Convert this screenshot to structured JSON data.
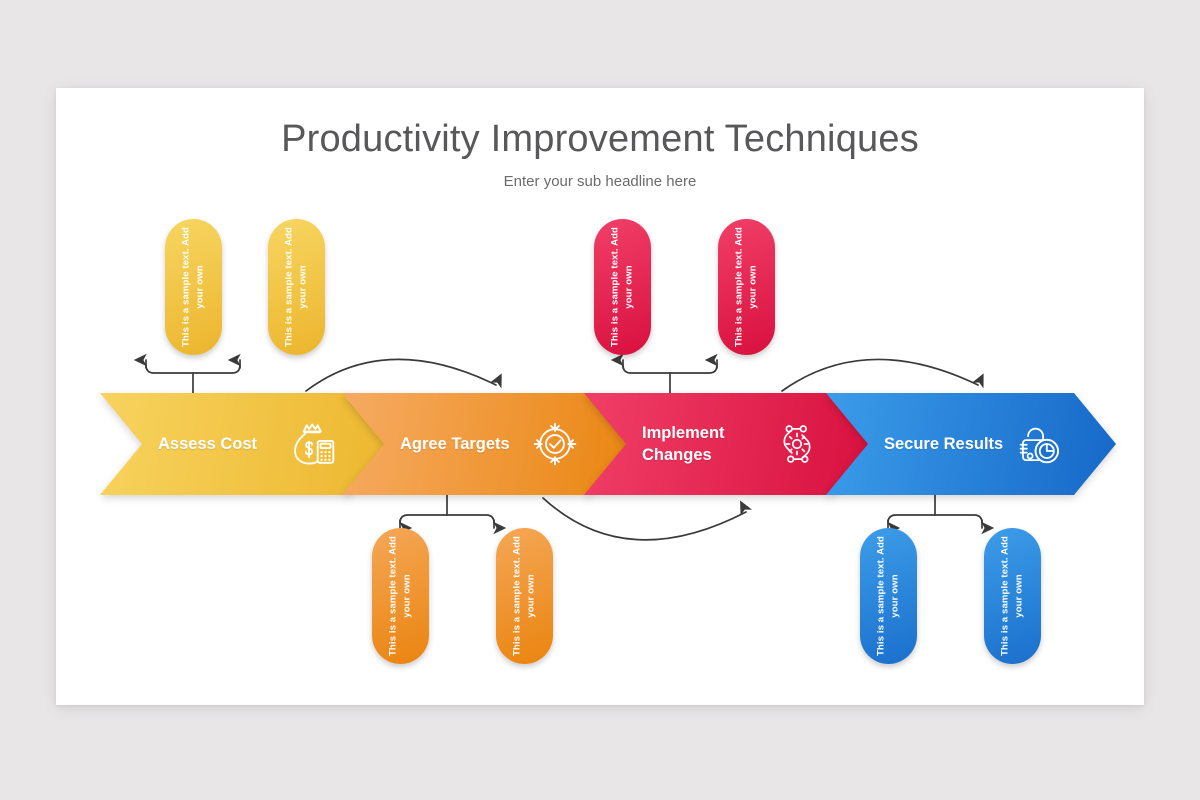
{
  "slide": {
    "title": "Productivity Improvement Techniques",
    "subtitle": "Enter your sub headline here",
    "background_color": "#e8e6e7",
    "card_color": "#ffffff"
  },
  "sample_text": "This is a sample text. Add your own",
  "steps": [
    {
      "label": "Assess Cost",
      "icon": "money-bag-calculator-icon",
      "color_from": "#f6d35c",
      "color_to": "#edb72f",
      "pill_position": "above",
      "pills": [
        {
          "text": "This is a sample text. Add your own"
        },
        {
          "text": "This is a sample text. Add your own"
        }
      ]
    },
    {
      "label": "Agree Targets",
      "icon": "target-check-icon",
      "color_from": "#f5a65a",
      "color_to": "#ed8a1c",
      "pill_position": "below",
      "pills": [
        {
          "text": "This is a sample text. Add your own"
        },
        {
          "text": "This is a sample text. Add your own"
        }
      ]
    },
    {
      "label": "Implement\nChanges",
      "icon": "gear-workflow-icon",
      "color_from": "#ef3a63",
      "color_to": "#d9113f",
      "pill_position": "above",
      "pills": [
        {
          "text": "This is a sample text. Add your own"
        },
        {
          "text": "This is a sample text. Add your own"
        }
      ]
    },
    {
      "label": "Secure Results",
      "icon": "lock-pie-chart-icon",
      "color_from": "#3b9ae9",
      "color_to": "#1668c8",
      "pill_position": "below",
      "pills": [
        {
          "text": "This is a sample text. Add your own"
        },
        {
          "text": "This is a sample text. Add your own"
        }
      ]
    }
  ],
  "connector_color": "#3a3a3c"
}
